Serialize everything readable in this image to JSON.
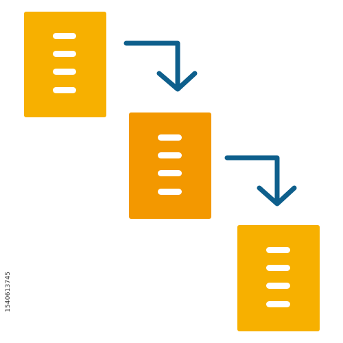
{
  "diagram": {
    "documents": [
      {
        "name": "document-1",
        "fill": "#F7B000",
        "lines": 4
      },
      {
        "name": "document-2",
        "fill": "#F39800",
        "lines": 4
      },
      {
        "name": "document-3",
        "fill": "#F7B000",
        "lines": 4
      }
    ],
    "arrows": [
      {
        "name": "arrow-1",
        "color": "#0E5F8C"
      },
      {
        "name": "arrow-2",
        "color": "#0E5F8C"
      }
    ],
    "line_color": "#FFFFFF"
  },
  "watermark": {
    "stock_id": "1540613745"
  }
}
